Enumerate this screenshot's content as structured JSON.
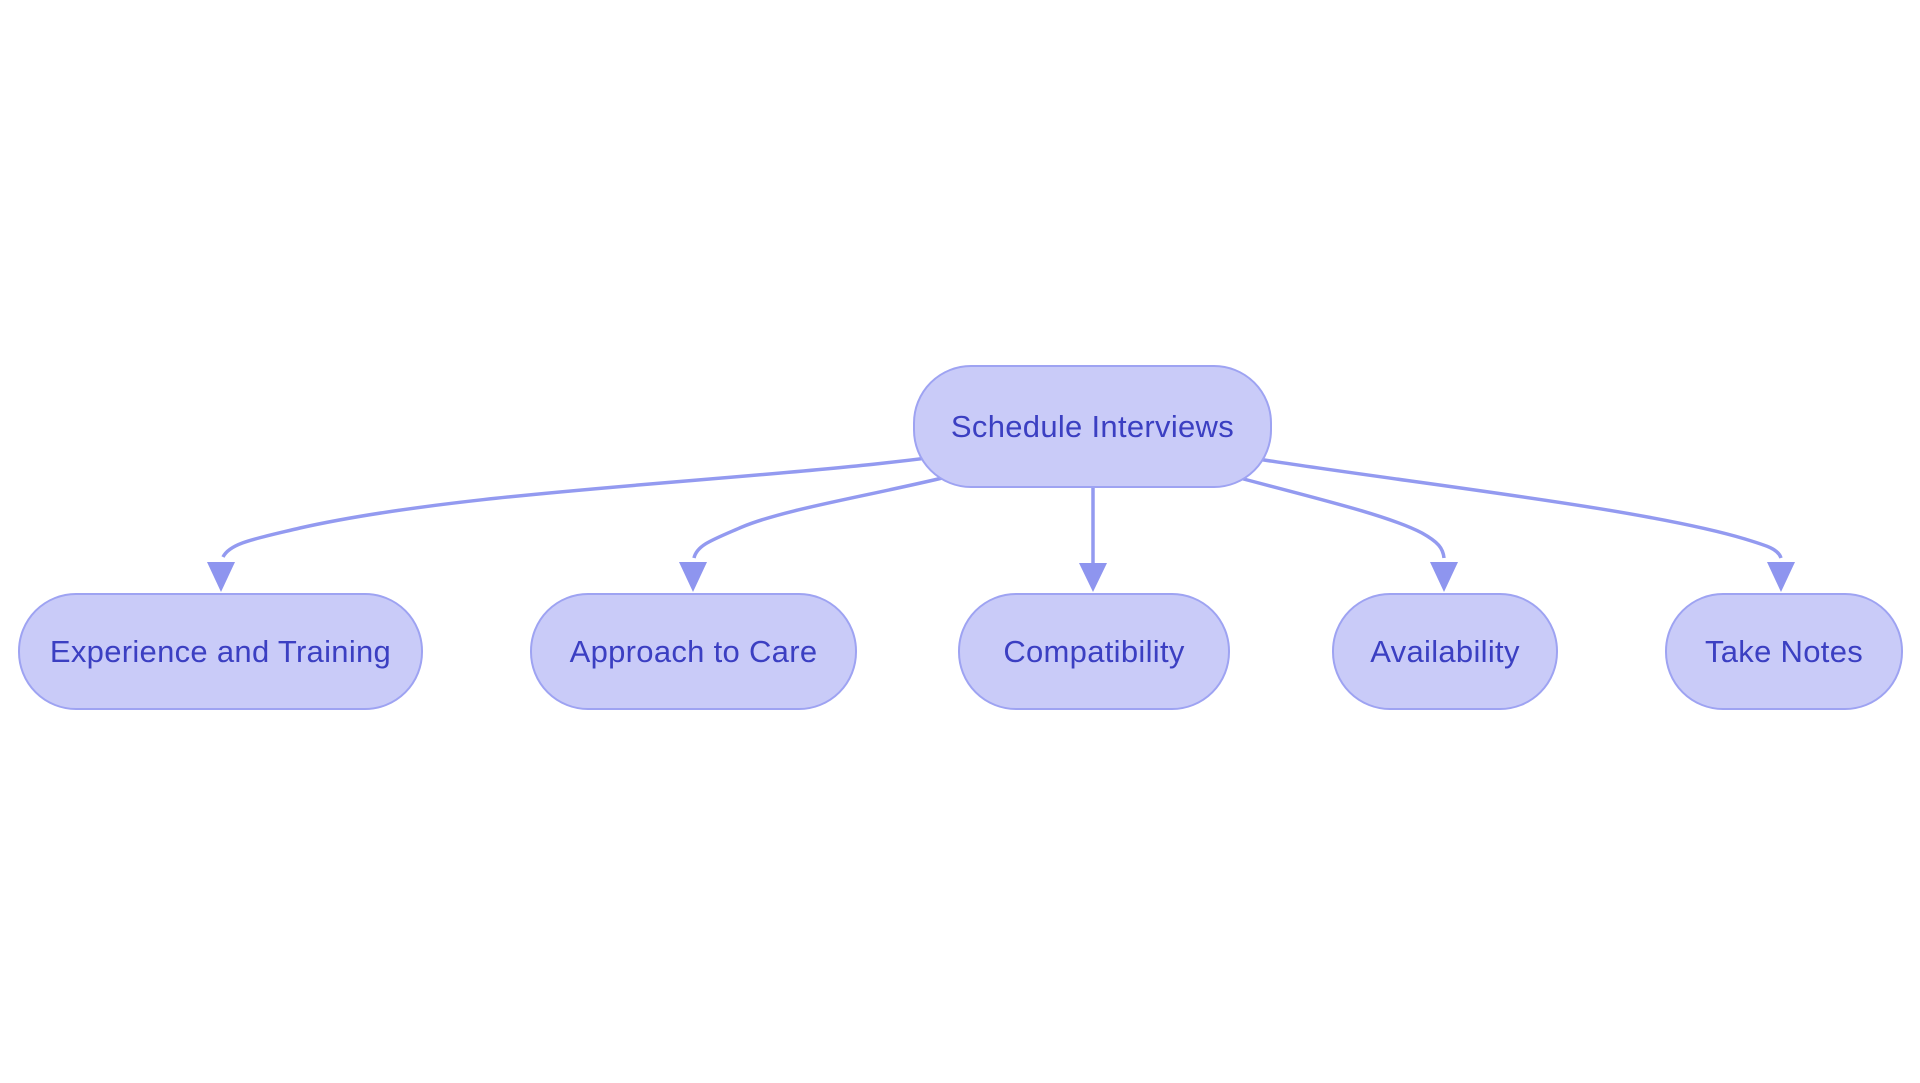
{
  "diagram": {
    "type": "flowchart",
    "background_color": "#ffffff",
    "node_fill_color": "#c9cbf8",
    "node_border_color": "#9ea3f2",
    "node_text_color": "#3b3fc2",
    "edge_color": "#939af0",
    "root": {
      "id": "schedule-interviews",
      "label": "Schedule Interviews"
    },
    "children": [
      {
        "id": "experience-and-training",
        "label": "Experience and Training"
      },
      {
        "id": "approach-to-care",
        "label": "Approach to Care"
      },
      {
        "id": "compatibility",
        "label": "Compatibility"
      },
      {
        "id": "availability",
        "label": "Availability"
      },
      {
        "id": "take-notes",
        "label": "Take Notes"
      }
    ],
    "edges": [
      {
        "from": "schedule-interviews",
        "to": "experience-and-training"
      },
      {
        "from": "schedule-interviews",
        "to": "approach-to-care"
      },
      {
        "from": "schedule-interviews",
        "to": "compatibility"
      },
      {
        "from": "schedule-interviews",
        "to": "availability"
      },
      {
        "from": "schedule-interviews",
        "to": "take-notes"
      }
    ]
  }
}
